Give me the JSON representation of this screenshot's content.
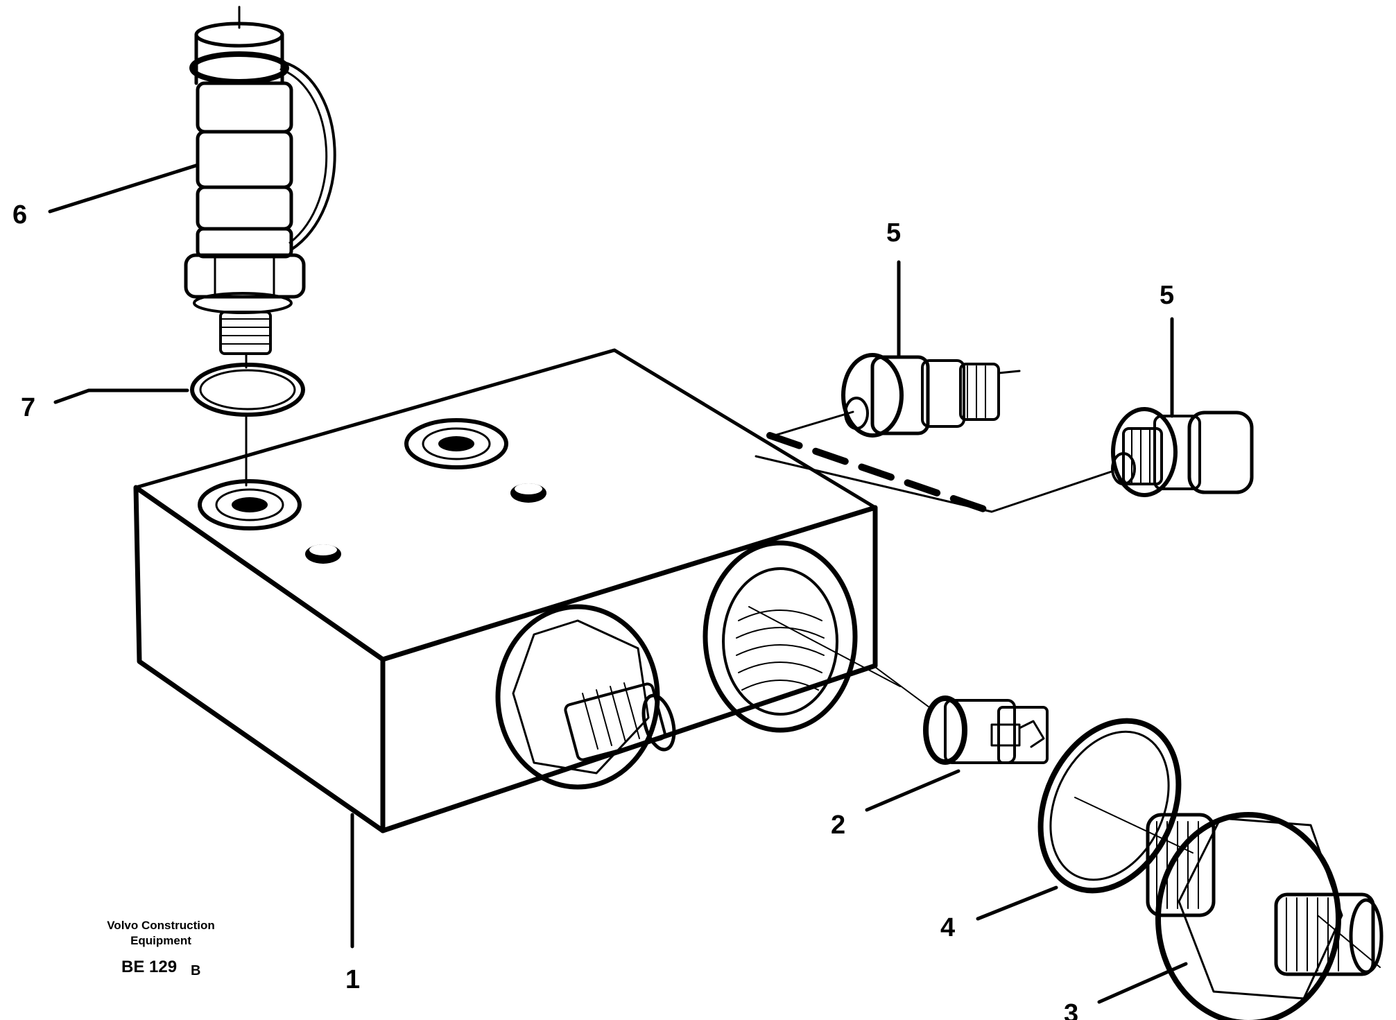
{
  "callouts": {
    "part_1": "1",
    "part_2": "2",
    "part_3": "3",
    "part_4": "4",
    "part_5a": "5",
    "part_5b": "5",
    "part_6": "6",
    "part_7": "7"
  },
  "caption": {
    "company_line1": "Volvo Construction",
    "company_line2": "Equipment",
    "ref_main": "BE 129",
    "ref_suffix": "B"
  },
  "colors": {
    "ink": "#000000",
    "paper": "#ffffff"
  }
}
